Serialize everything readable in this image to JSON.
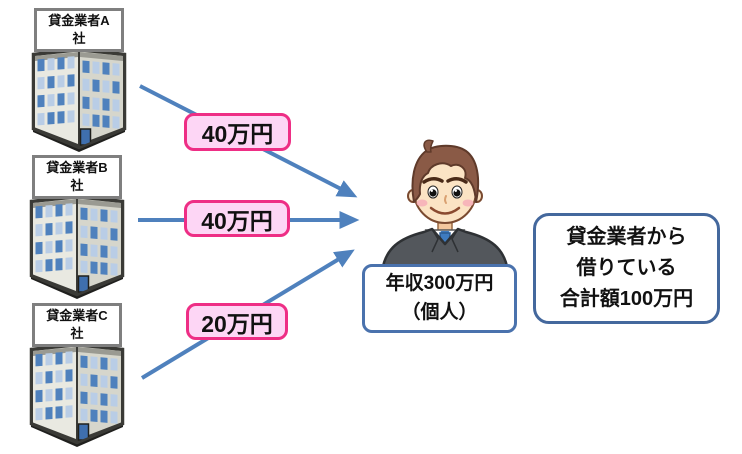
{
  "lenders": [
    {
      "sign_line1": "貸金業者A",
      "sign_line2": "社",
      "amount": "40万円"
    },
    {
      "sign_line1": "貸金業者B",
      "sign_line2": "社",
      "amount": "40万円"
    },
    {
      "sign_line1": "貸金業者C",
      "sign_line2": "社",
      "amount": "20万円"
    }
  ],
  "borrower": {
    "line1": "年収300万円",
    "line2": "（個人）"
  },
  "summary": {
    "line1": "貸金業者から",
    "line2": "借りている",
    "line3": "合計額100万円"
  },
  "colors": {
    "arrow_blue": "#4f81bd",
    "amount_border_pink": "#ee2e85",
    "amount_fill_pink": "#fdd6f5",
    "box_border_blue": "#4a72ad",
    "summary_border_blue": "#44689d",
    "sign_border_gray": "#7f7f7f"
  }
}
